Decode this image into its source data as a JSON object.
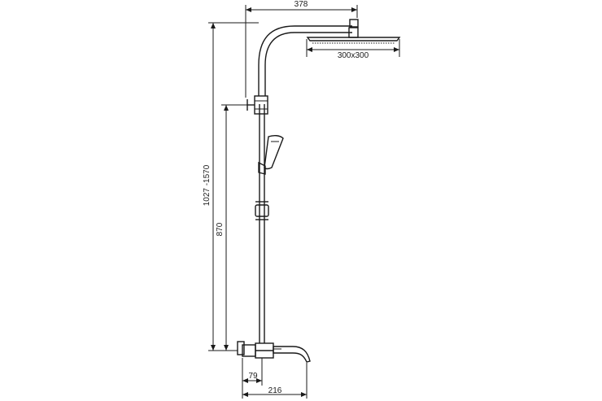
{
  "dimensions": {
    "arm_reach": "378",
    "head_size": "300x300",
    "total_height": "1027 -1570",
    "slide_height": "870",
    "mixer_offset": "79",
    "spout_length": "216"
  }
}
